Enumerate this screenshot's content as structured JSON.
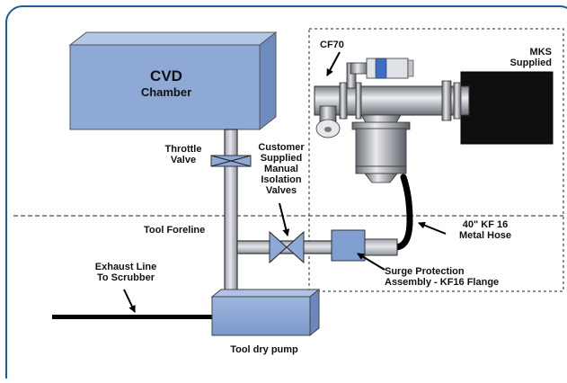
{
  "labels": {
    "cvd_title": "CVD",
    "cvd_sub": "Chamber",
    "throttle_valve": "Throttle\nValve",
    "isolation_valves": "Customer\nSupplied\nManual\nIsolation\nValves",
    "cf70": "CF70",
    "mks_supplied": "MKS\nSupplied",
    "tool_foreline": "Tool Foreline",
    "metal_hose": "40\" KF 16\nMetal Hose",
    "exhaust_line": "Exhaust Line\nTo Scrubber",
    "surge_protection": "Surge Protection\nAssembly - KF16 Flange",
    "tool_dry_pump": "Tool dry pump"
  },
  "colors": {
    "frame_border": "#1f5a9a",
    "chamber_fill": "#8ea9d6",
    "component_fill": "#7f9fd1",
    "pipe_fill": "#c4c8d0",
    "mks_unit": "#101010",
    "hose": "#000000"
  }
}
